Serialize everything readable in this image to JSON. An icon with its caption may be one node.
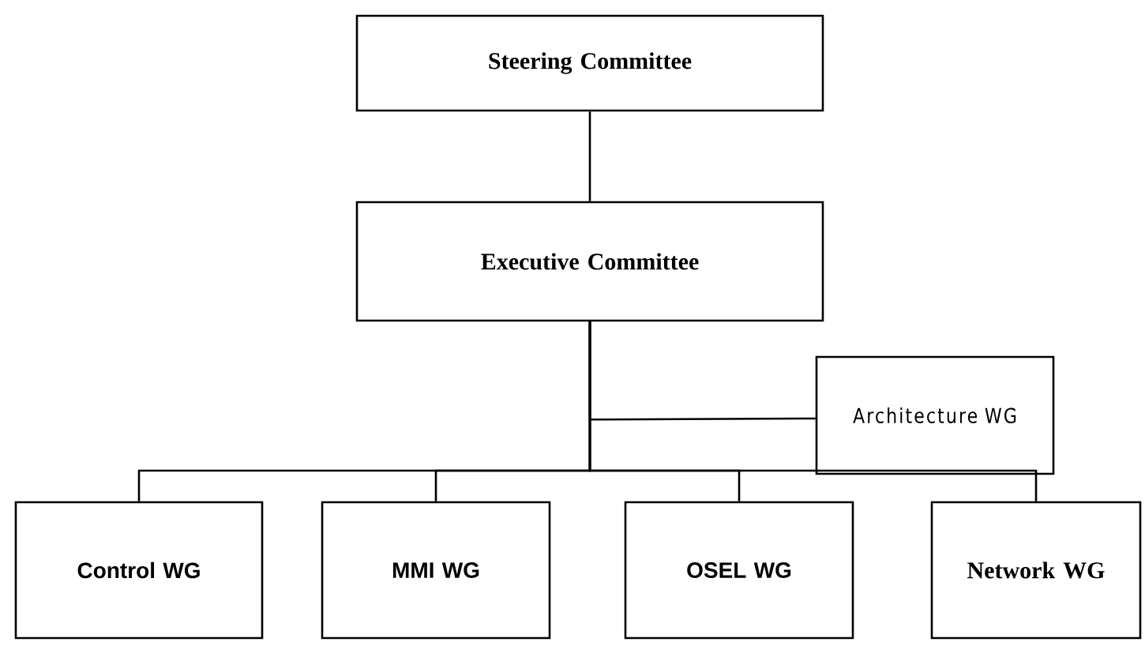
{
  "diagram": {
    "nodes": [
      {
        "text": [
          "Steering Committee"
        ]
      },
      {
        "text": [
          "Executive Committee"
        ]
      },
      {
        "text": [
          "Architecture WG"
        ]
      },
      {
        "text": [
          "Control WG"
        ]
      },
      {
        "text": [
          "MMI WG"
        ]
      },
      {
        "text": [
          "OSEL WG"
        ]
      },
      {
        "text": [
          "Network WG"
        ]
      }
    ],
    "edges": [
      {
        "from": 0,
        "to": 1,
        "arrow": "none"
      },
      {
        "from": 1,
        "to": 2,
        "arrow": "none"
      },
      {
        "from": 1,
        "to": 3,
        "arrow": "none"
      },
      {
        "from": 1,
        "to": 4,
        "arrow": "none"
      },
      {
        "from": 1,
        "to": 5,
        "arrow": "none"
      },
      {
        "from": 1,
        "to": 6,
        "arrow": "none"
      }
    ]
  }
}
